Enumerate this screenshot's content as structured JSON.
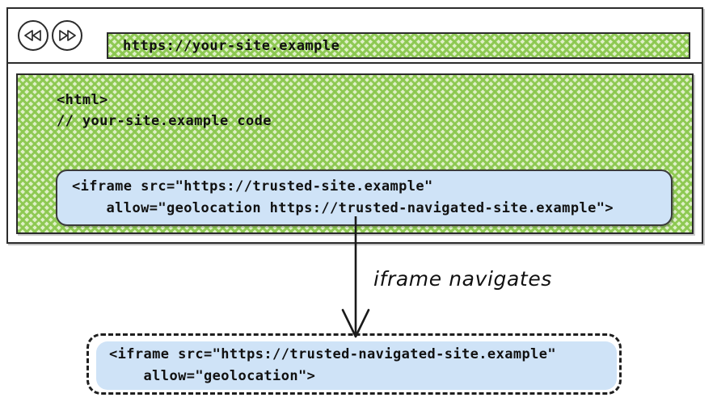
{
  "browser": {
    "back_icon": "rewind-back-icon",
    "forward_icon": "fast-forward-icon",
    "url": "https://your-site.example"
  },
  "page": {
    "code_lines": [
      "<html>",
      "// your-site.example code"
    ],
    "iframe_block": {
      "line1": "<iframe src=\"https://trusted-site.example\"",
      "line2": "    allow=\"geolocation https://trusted-navigated-site.example\">"
    }
  },
  "annotation": {
    "label": "iframe navigates",
    "arrow_icon": "down-arrow-icon"
  },
  "result": {
    "iframe_block": {
      "line1": "<iframe src=\"https://trusted-navigated-site.example\"",
      "line2": "    allow=\"geolocation\">"
    }
  },
  "colors": {
    "site_green": "#8cc850",
    "code_blue": "#cfe3f7",
    "ink": "#2b2b2b"
  }
}
